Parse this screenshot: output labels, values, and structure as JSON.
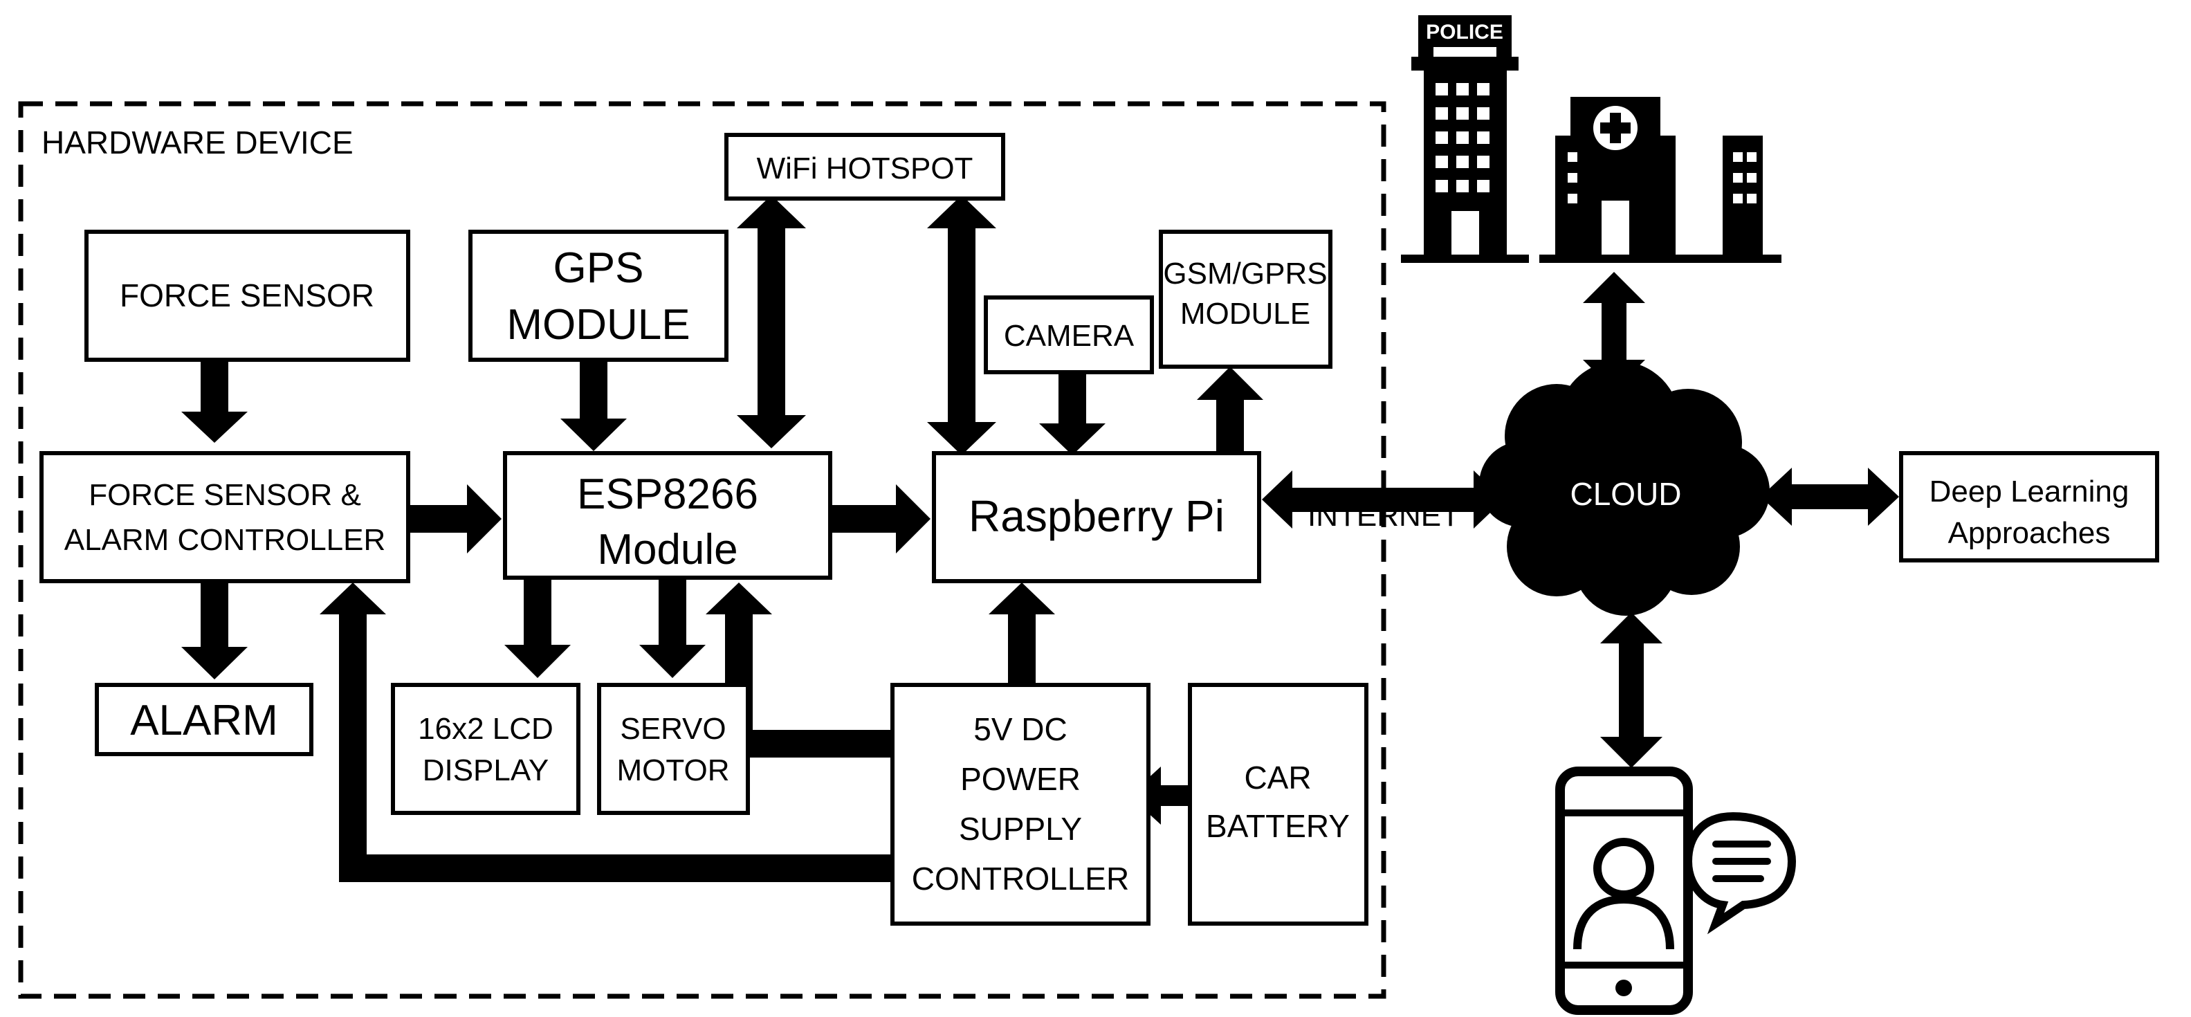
{
  "hardware_label": "HARDWARE DEVICE",
  "blocks": {
    "force_sensor": "FORCE SENSOR",
    "gps_module": [
      "GPS",
      "MODULE"
    ],
    "wifi_hotspot": "WiFi HOTSPOT",
    "camera": "CAMERA",
    "gsm_gprs": [
      "GSM/GPRS",
      "MODULE"
    ],
    "force_alarm_controller": [
      "FORCE SENSOR &",
      "ALARM CONTROLLER"
    ],
    "esp8266": [
      "ESP8266",
      "Module"
    ],
    "raspberry_pi": "Raspberry Pi",
    "alarm": "ALARM",
    "lcd": [
      "16x2 LCD",
      "DISPLAY"
    ],
    "servo": [
      "SERVO",
      "MOTOR"
    ],
    "power_supply": [
      "5V DC",
      "POWER",
      "SUPPLY",
      "CONTROLLER"
    ],
    "car_battery": [
      "CAR",
      "BATTERY"
    ],
    "deep_learning": [
      "Deep Learning",
      "Approaches"
    ]
  },
  "internet_label": "INTERNET",
  "cloud_label": "CLOUD",
  "police_sign": "POLICE",
  "icons": [
    "police-station-icon",
    "hospital-icon",
    "smartphone-user-icon",
    "chat-bubble-icon",
    "cloud-icon"
  ]
}
